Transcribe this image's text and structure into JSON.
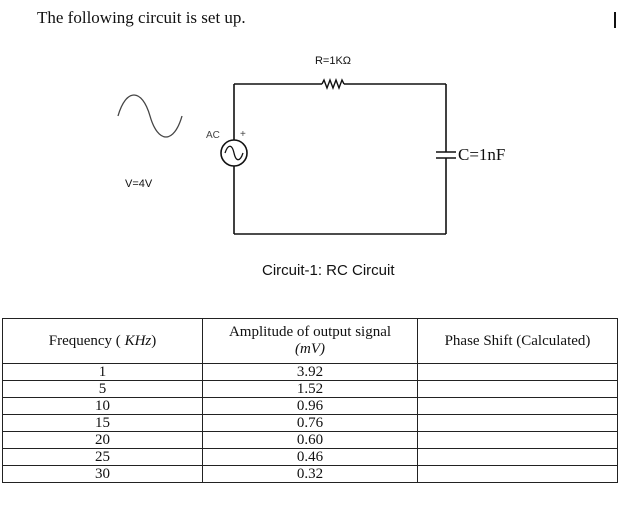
{
  "intro_text": "The following circuit is set up.",
  "circuit": {
    "resistor_label": "R=1KΩ",
    "capacitor_label": "C=1nF",
    "source_tag": "AC",
    "source_plus": "+",
    "voltage_label": "V=4V",
    "caption": "Circuit-1: RC Circuit"
  },
  "table": {
    "headers": {
      "frequency": "Frequency (",
      "frequency_unit": "KHz",
      "frequency_close": ")",
      "amplitude_line1": "Amplitude of output signal",
      "amplitude_unit": "(mV)",
      "phase": "Phase Shift (Calculated)"
    },
    "rows": [
      {
        "frequency": "1",
        "amplitude": "3.92",
        "phase": ""
      },
      {
        "frequency": "5",
        "amplitude": "1.52",
        "phase": ""
      },
      {
        "frequency": "10",
        "amplitude": "0.96",
        "phase": ""
      },
      {
        "frequency": "15",
        "amplitude": "0.76",
        "phase": ""
      },
      {
        "frequency": "20",
        "amplitude": "0.60",
        "phase": ""
      },
      {
        "frequency": "25",
        "amplitude": "0.46",
        "phase": ""
      },
      {
        "frequency": "30",
        "amplitude": "0.32",
        "phase": ""
      }
    ]
  }
}
